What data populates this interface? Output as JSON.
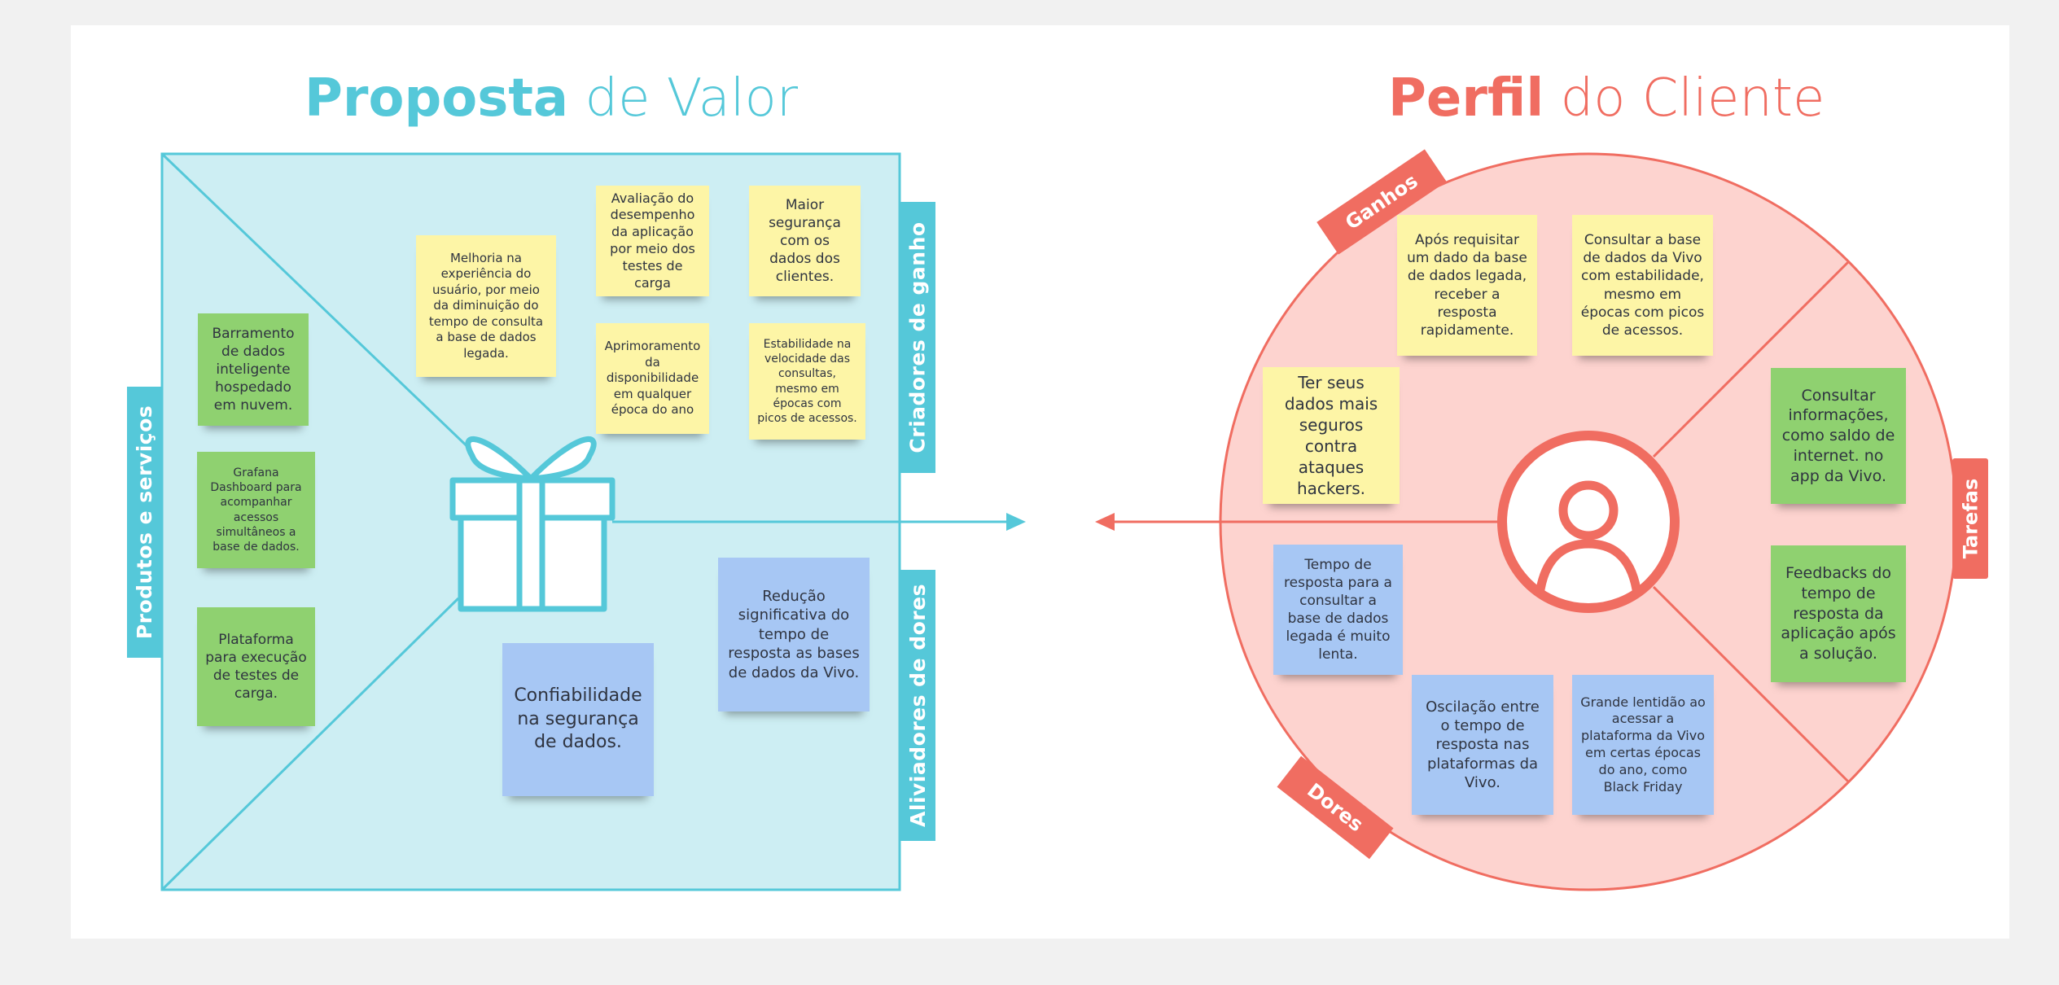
{
  "value_proposition": {
    "title_bold": "Proposta",
    "title_rest": " de Valor",
    "labels": {
      "products": "Produtos e serviços",
      "gain_creators": "Criadores de ganho",
      "pain_relievers": "Aliviadores de dores"
    },
    "notes": {
      "melhoria": "Melhoria na experiência do usuário, por meio da diminuição do tempo de consulta a base de dados legada.",
      "avaliacao": "Avaliação do desempenho da aplicação por meio dos testes de carga",
      "maior_seguranca": "Maior segurança com os dados dos clientes.",
      "aprimoramento": "Aprimoramento da disponibilidade em qualquer época do ano",
      "estabilidade": "Estabilidade na velocidade das consultas, mesmo em épocas com picos de acessos.",
      "barramento": "Barramento de dados inteligente hospedado em nuvem.",
      "grafana": "Grafana Dashboard para acompanhar acessos simultâneos a base de dados.",
      "plataforma": "Plataforma para execução de testes de carga.",
      "confiabilidade": "Confiabilidade na segurança de dados.",
      "reducao": "Redução significativa do tempo de resposta as bases de dados da Vivo."
    },
    "icon": "gift-icon"
  },
  "customer_profile": {
    "title_bold": "Perfil",
    "title_rest": " do Cliente",
    "labels": {
      "gains": "Ganhos",
      "jobs": "Tarefas",
      "pains": "Dores"
    },
    "notes": {
      "apos_requisitar": "Após requisitar um dado da base de dados legada, receber a resposta rapidamente.",
      "consultar_base": "Consultar a base de dados da Vivo com estabilidade, mesmo em épocas com picos de acessos.",
      "ter_dados": "Ter seus dados mais seguros contra ataques hackers.",
      "consultar_info": "Consultar informações, como saldo de internet. no app da Vivo.",
      "feedbacks": "Feedbacks do tempo de resposta da aplicação após a solução.",
      "tempo_resposta": "Tempo de resposta para a consultar a base de dados legada é muito lenta.",
      "oscilacao": "Oscilação entre o tempo de resposta nas plataformas da Vivo.",
      "grande_lentidao": "Grande lentidão ao acessar a plataforma da Vivo em certas épocas do ano, como Black Friday"
    },
    "icon": "user-icon"
  },
  "colors": {
    "teal": "#55c8d9",
    "teal_fill": "#cdeef3",
    "coral": "#f06d61",
    "coral_fill": "#fdd3cf",
    "yellow_note": "#fdf5a6",
    "green_note": "#8fd170",
    "blue_note": "#a7c7f4"
  }
}
